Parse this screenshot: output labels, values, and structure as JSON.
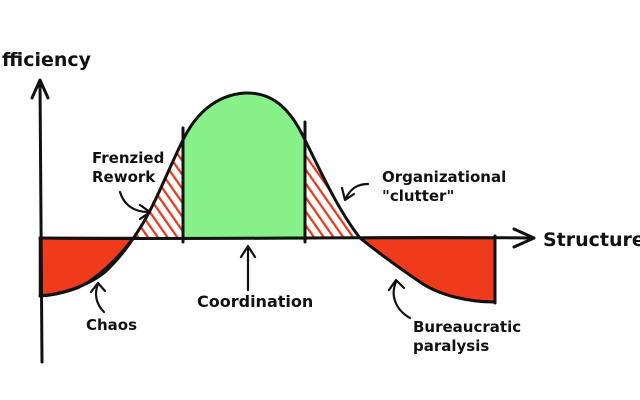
{
  "axes": {
    "y_label": "fficiency",
    "x_label": "Structure"
  },
  "labels": {
    "frenzied_line1": "Frenzied",
    "frenzied_line2": "Rework",
    "clutter_line1": "Organizational",
    "clutter_line2": "\"clutter\"",
    "chaos": "Chaos",
    "coordination": "Coordination",
    "bureau_line1": "Bureaucratic",
    "bureau_line2": "paralysis"
  },
  "colors": {
    "green": "#88f088",
    "red": "#f03a1c",
    "hatch": "#e8391c",
    "ink": "#111111"
  }
}
